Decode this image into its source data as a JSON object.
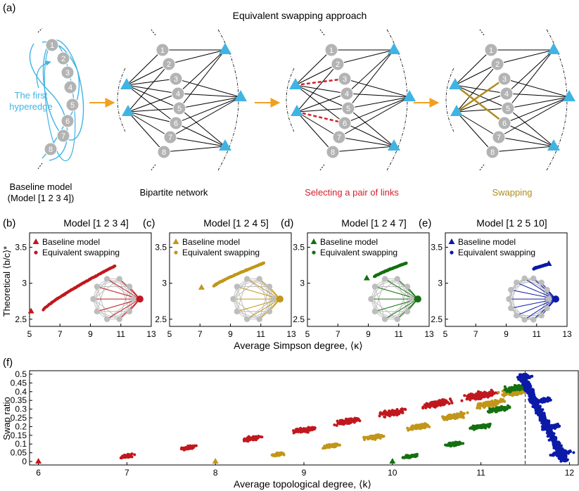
{
  "panel_a": {
    "label": "(a)",
    "title": "Equivalent swapping approach",
    "hyperedge_label": [
      "The first",
      "hyperedge"
    ],
    "node_numbers": [
      "1",
      "2",
      "3",
      "4",
      "5",
      "6",
      "7",
      "8"
    ],
    "stages": [
      {
        "id": "baseline",
        "caption": [
          "Baseline model",
          "(Model [1 2 3 4])"
        ]
      },
      {
        "id": "bipartite",
        "caption": [
          "Bipartite network"
        ]
      },
      {
        "id": "select",
        "caption": [
          "Selecting a pair of links"
        ]
      },
      {
        "id": "swap",
        "caption": [
          "Swapping"
        ]
      }
    ],
    "colors": {
      "hyperedge": "#3fb4e3",
      "node": "#b3b3b3",
      "arrow": "#f0a020",
      "select": "#d81e28",
      "swap": "#b08c1e",
      "edge": "#000000"
    }
  },
  "shared": {
    "ylabel": "Theoretical ⟨b/c⟩*",
    "xlabel": "Average Simpson degree, ⟨κ⟩",
    "legend_baseline": "Baseline model",
    "legend_swap": "Equivalent swapping"
  },
  "panels_be": [
    {
      "label": "(b)",
      "title": "Model [1 2 3 4]",
      "color": "#c0181e"
    },
    {
      "label": "(c)",
      "title": "Model [1 2 4 5]",
      "color": "#c1961a"
    },
    {
      "label": "(d)",
      "title": "Model [1 2 4 7]",
      "color": "#157010"
    },
    {
      "label": "(e)",
      "title": "Model [1 2 5 10]",
      "color": "#0c1aa8"
    }
  ],
  "panel_f": {
    "label": "(f)",
    "ylabel": "Swap ratio",
    "xlabel": "Average topological degree, ⟨k⟩"
  },
  "chart_data": [
    {
      "type": "scatter",
      "title": "Model [1 2 3 4]",
      "xlabel": "Average Simpson degree, ⟨κ⟩",
      "ylabel": "Theoretical ⟨b/c⟩*",
      "xlim": [
        5,
        13
      ],
      "ylim": [
        2.4,
        3.7
      ],
      "xticks": [
        5,
        7,
        9,
        11,
        13
      ],
      "yticks": [
        2.5,
        3,
        3.5
      ],
      "series": [
        {
          "name": "Baseline model",
          "marker": "triangle",
          "points": [
            [
              5.1,
              2.61
            ]
          ]
        },
        {
          "name": "Equivalent swapping",
          "marker": "dot",
          "points_range": {
            "x": [
              5.9,
              10.6
            ],
            "y": [
              2.63,
              3.24
            ]
          }
        }
      ]
    },
    {
      "type": "scatter",
      "title": "Model [1 2 4 5]",
      "xlabel": "Average Simpson degree, ⟨κ⟩",
      "ylabel": "Theoretical ⟨b/c⟩*",
      "xlim": [
        5,
        13
      ],
      "ylim": [
        2.4,
        3.7
      ],
      "xticks": [
        5,
        7,
        9,
        11,
        13
      ],
      "yticks": [
        2.5,
        3,
        3.5
      ],
      "series": [
        {
          "name": "Baseline model",
          "marker": "triangle",
          "points": [
            [
              7.1,
              2.94
            ]
          ]
        },
        {
          "name": "Equivalent swapping",
          "marker": "dot",
          "points_range": {
            "x": [
              7.9,
              11.2
            ],
            "y": [
              2.96,
              3.28
            ]
          }
        }
      ]
    },
    {
      "type": "scatter",
      "title": "Model [1 2 4 7]",
      "xlabel": "Average Simpson degree, ⟨κ⟩",
      "ylabel": "Theoretical ⟨b/c⟩*",
      "xlim": [
        5,
        13
      ],
      "ylim": [
        2.4,
        3.7
      ],
      "xticks": [
        5,
        7,
        9,
        11,
        13
      ],
      "yticks": [
        2.5,
        3,
        3.5
      ],
      "series": [
        {
          "name": "Baseline model",
          "marker": "triangle",
          "points": [
            [
              8.9,
              3.07
            ]
          ]
        },
        {
          "name": "Equivalent swapping",
          "marker": "dot",
          "points_range": {
            "x": [
              9.4,
              11.5
            ],
            "y": [
              3.09,
              3.28
            ]
          }
        }
      ]
    },
    {
      "type": "scatter",
      "title": "Model [1 2 5 10]",
      "xlabel": "Average Simpson degree, ⟨κ⟩",
      "ylabel": "Theoretical ⟨b/c⟩*",
      "xlim": [
        5,
        13
      ],
      "ylim": [
        2.4,
        3.7
      ],
      "xticks": [
        5,
        7,
        9,
        11,
        13
      ],
      "yticks": [
        2.5,
        3,
        3.5
      ],
      "series": [
        {
          "name": "Baseline model",
          "marker": "triangle",
          "points": [
            [
              11.8,
              3.27
            ]
          ]
        },
        {
          "name": "Equivalent swapping",
          "marker": "dot",
          "points_range": {
            "x": [
              10.8,
              11.7
            ],
            "y": [
              3.2,
              3.26
            ]
          }
        }
      ]
    },
    {
      "type": "scatter",
      "xlabel": "Average topological degree, ⟨k⟩",
      "ylabel": "Swap ratio",
      "xlim": [
        5.9,
        12.1
      ],
      "ylim": [
        -0.02,
        0.52
      ],
      "xticks": [
        6,
        7,
        8,
        9,
        10,
        11,
        12
      ],
      "yticks": [
        0,
        0.05,
        0.1,
        0.15,
        0.2,
        0.25,
        0.3,
        0.35,
        0.4,
        0.45,
        0.5
      ],
      "reference_line_x": 11.5,
      "series": [
        {
          "name": "Model [1 2 3 4]",
          "color": "#c0181e",
          "baseline": [
            6.0,
            0.0
          ],
          "clusters": [
            [
              7.0,
              0.03
            ],
            [
              7.7,
              0.08
            ],
            [
              8.4,
              0.13
            ],
            [
              9.0,
              0.18
            ],
            [
              9.5,
              0.23
            ],
            [
              10.0,
              0.28
            ],
            [
              10.5,
              0.33
            ],
            [
              11.0,
              0.38
            ]
          ]
        },
        {
          "name": "Model [1 2 4 5]",
          "color": "#c1961a",
          "baseline": [
            8.0,
            0.0
          ],
          "clusters": [
            [
              8.7,
              0.04
            ],
            [
              9.3,
              0.09
            ],
            [
              9.8,
              0.14
            ],
            [
              10.3,
              0.2
            ],
            [
              10.7,
              0.26
            ],
            [
              11.1,
              0.33
            ],
            [
              11.4,
              0.4
            ]
          ]
        },
        {
          "name": "Model [1 2 4 7]",
          "color": "#157010",
          "baseline": [
            10.0,
            0.0
          ],
          "clusters": [
            [
              10.2,
              0.03
            ],
            [
              10.7,
              0.1
            ],
            [
              11.0,
              0.2
            ],
            [
              11.2,
              0.3
            ],
            [
              11.4,
              0.42
            ]
          ]
        },
        {
          "name": "Model [1 2 5 10]",
          "color": "#0c1aa8",
          "baseline": null,
          "clusters": [
            [
              11.5,
              0.48
            ],
            [
              11.7,
              0.35
            ],
            [
              11.8,
              0.2
            ],
            [
              11.9,
              0.05
            ]
          ]
        }
      ]
    }
  ]
}
